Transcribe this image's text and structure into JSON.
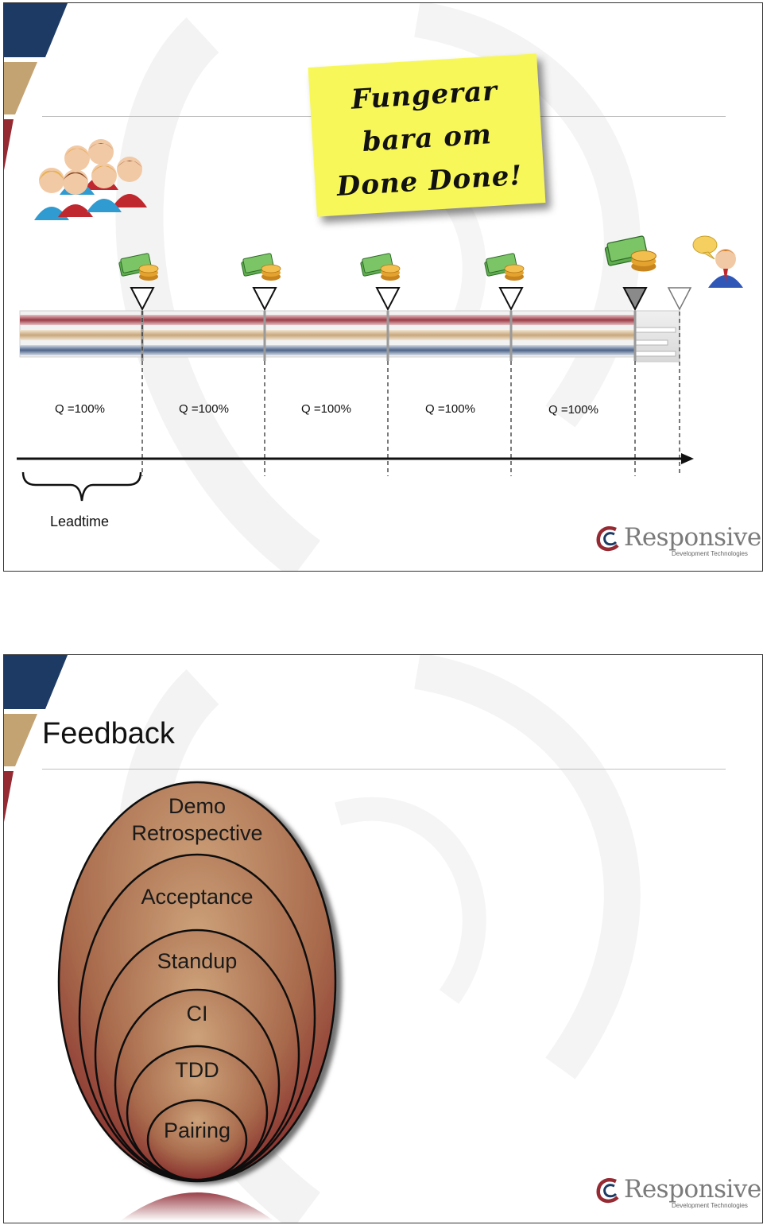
{
  "slide1": {
    "sticky_note": {
      "lines": [
        "Fungerar",
        "bara om",
        "Done Done!"
      ]
    },
    "iterations": [
      {
        "quality_label": "Q =100%"
      },
      {
        "quality_label": "Q =100%"
      },
      {
        "quality_label": "Q =100%"
      },
      {
        "quality_label": "Q =100%"
      },
      {
        "quality_label": "Q =100%"
      }
    ],
    "leadtime_label": "Leadtime",
    "logo": {
      "word": "Responsive",
      "sub": "Development Technologies"
    }
  },
  "slide2": {
    "title": "Feedback",
    "rings": [
      {
        "lines": [
          "Demo",
          "Retrospective"
        ]
      },
      {
        "lines": [
          "Acceptance"
        ]
      },
      {
        "lines": [
          "Standup"
        ]
      },
      {
        "lines": [
          "CI"
        ]
      },
      {
        "lines": [
          "TDD"
        ]
      },
      {
        "lines": [
          "Pairing"
        ]
      }
    ],
    "logo": {
      "word": "Responsive",
      "sub": "Development Technologies"
    }
  },
  "colors": {
    "navy": "#1c3a64",
    "tan": "#c4a373",
    "red": "#962a33",
    "sticky": "#f7f75a",
    "ring_outer": "#8f3b2c",
    "ring_light": "#c79a72"
  },
  "icons": [
    "team-icon",
    "money-icon",
    "customer-icon",
    "speech-bubble-icon",
    "logo-swirl-icon"
  ]
}
